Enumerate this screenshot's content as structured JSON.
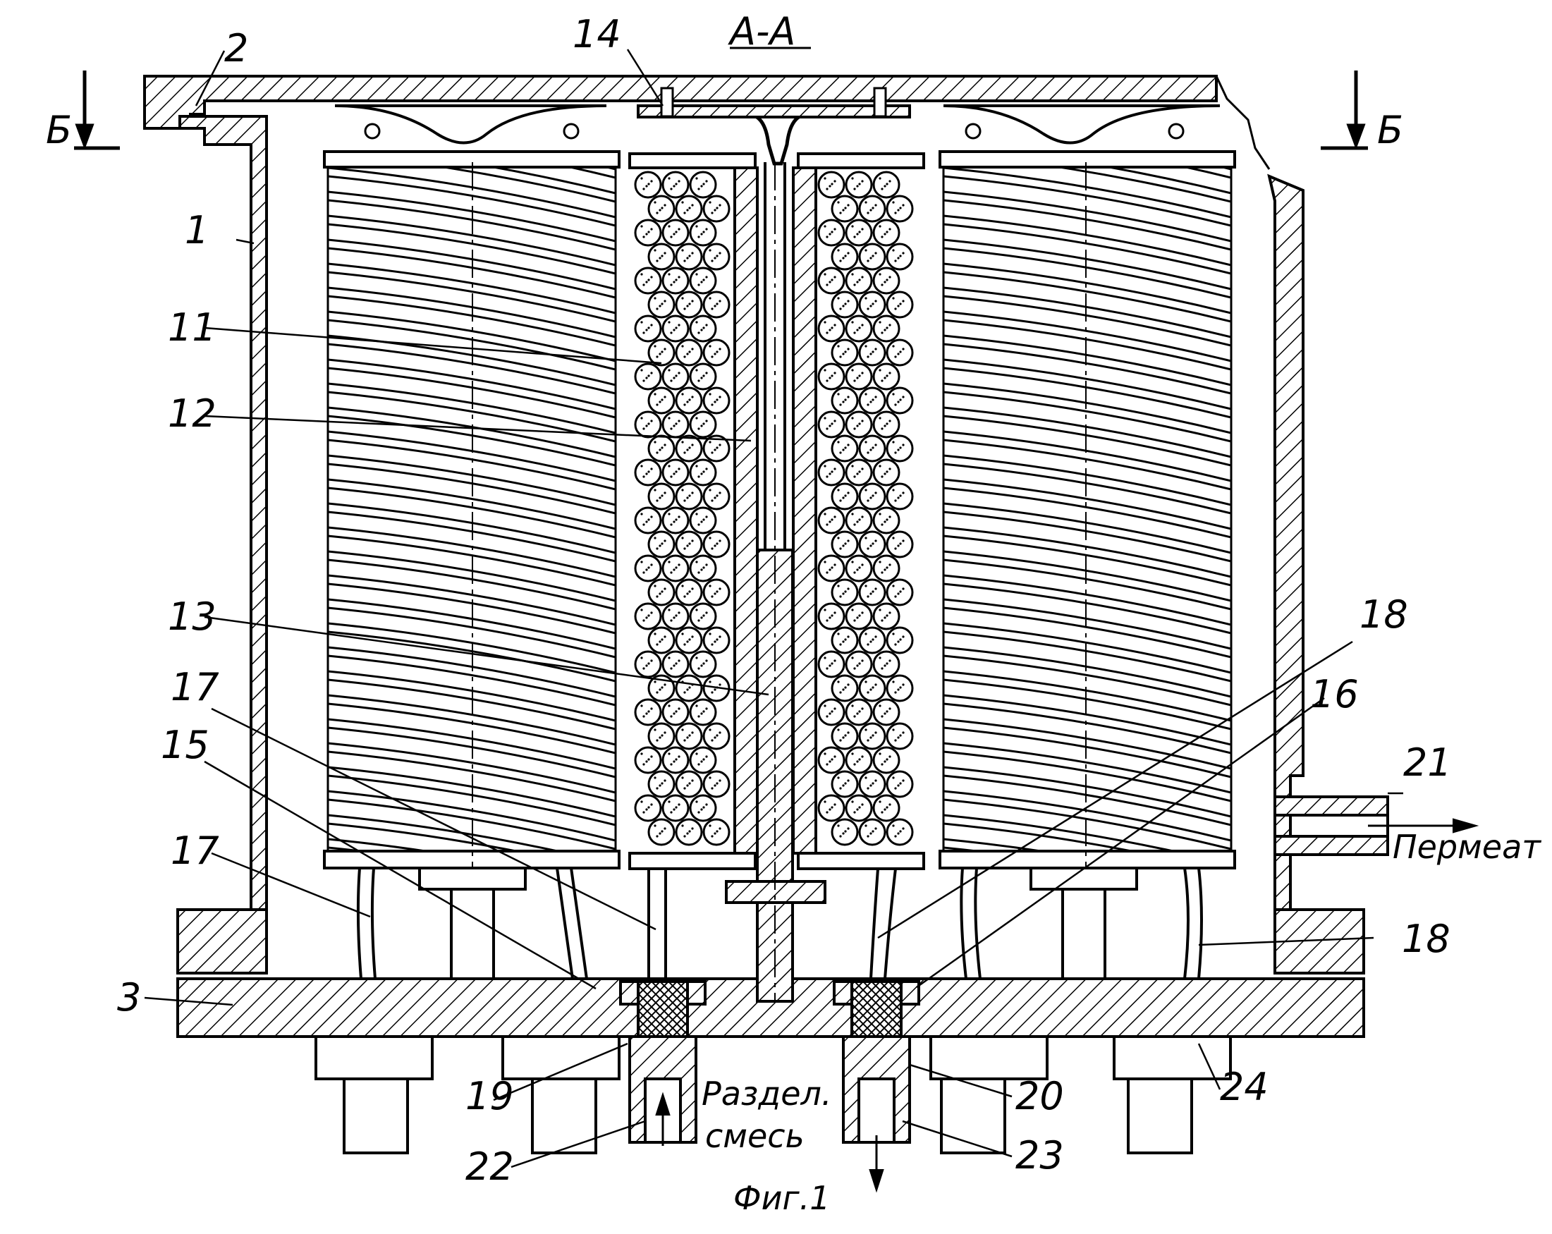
{
  "section_title": "А-А",
  "cut_marks": {
    "left": "Б",
    "right": "Б"
  },
  "callouts": [
    {
      "id": "1",
      "text": "1"
    },
    {
      "id": "2",
      "text": "2"
    },
    {
      "id": "3",
      "text": "3"
    },
    {
      "id": "11",
      "text": "11"
    },
    {
      "id": "12",
      "text": "12"
    },
    {
      "id": "13",
      "text": "13"
    },
    {
      "id": "14",
      "text": "14"
    },
    {
      "id": "15",
      "text": "15"
    },
    {
      "id": "16",
      "text": "16"
    },
    {
      "id": "17a",
      "text": "17"
    },
    {
      "id": "17b",
      "text": "17"
    },
    {
      "id": "18a",
      "text": "18"
    },
    {
      "id": "18b",
      "text": "18"
    },
    {
      "id": "19",
      "text": "19"
    },
    {
      "id": "20",
      "text": "20"
    },
    {
      "id": "21",
      "text": "21"
    },
    {
      "id": "22",
      "text": "22"
    },
    {
      "id": "23",
      "text": "23"
    },
    {
      "id": "24",
      "text": "24"
    }
  ],
  "flow_labels": {
    "permeate": "Пермеат",
    "inlet_line1": "Раздел.",
    "inlet_line2": "смесь"
  },
  "figure_caption": "Фиг.1"
}
